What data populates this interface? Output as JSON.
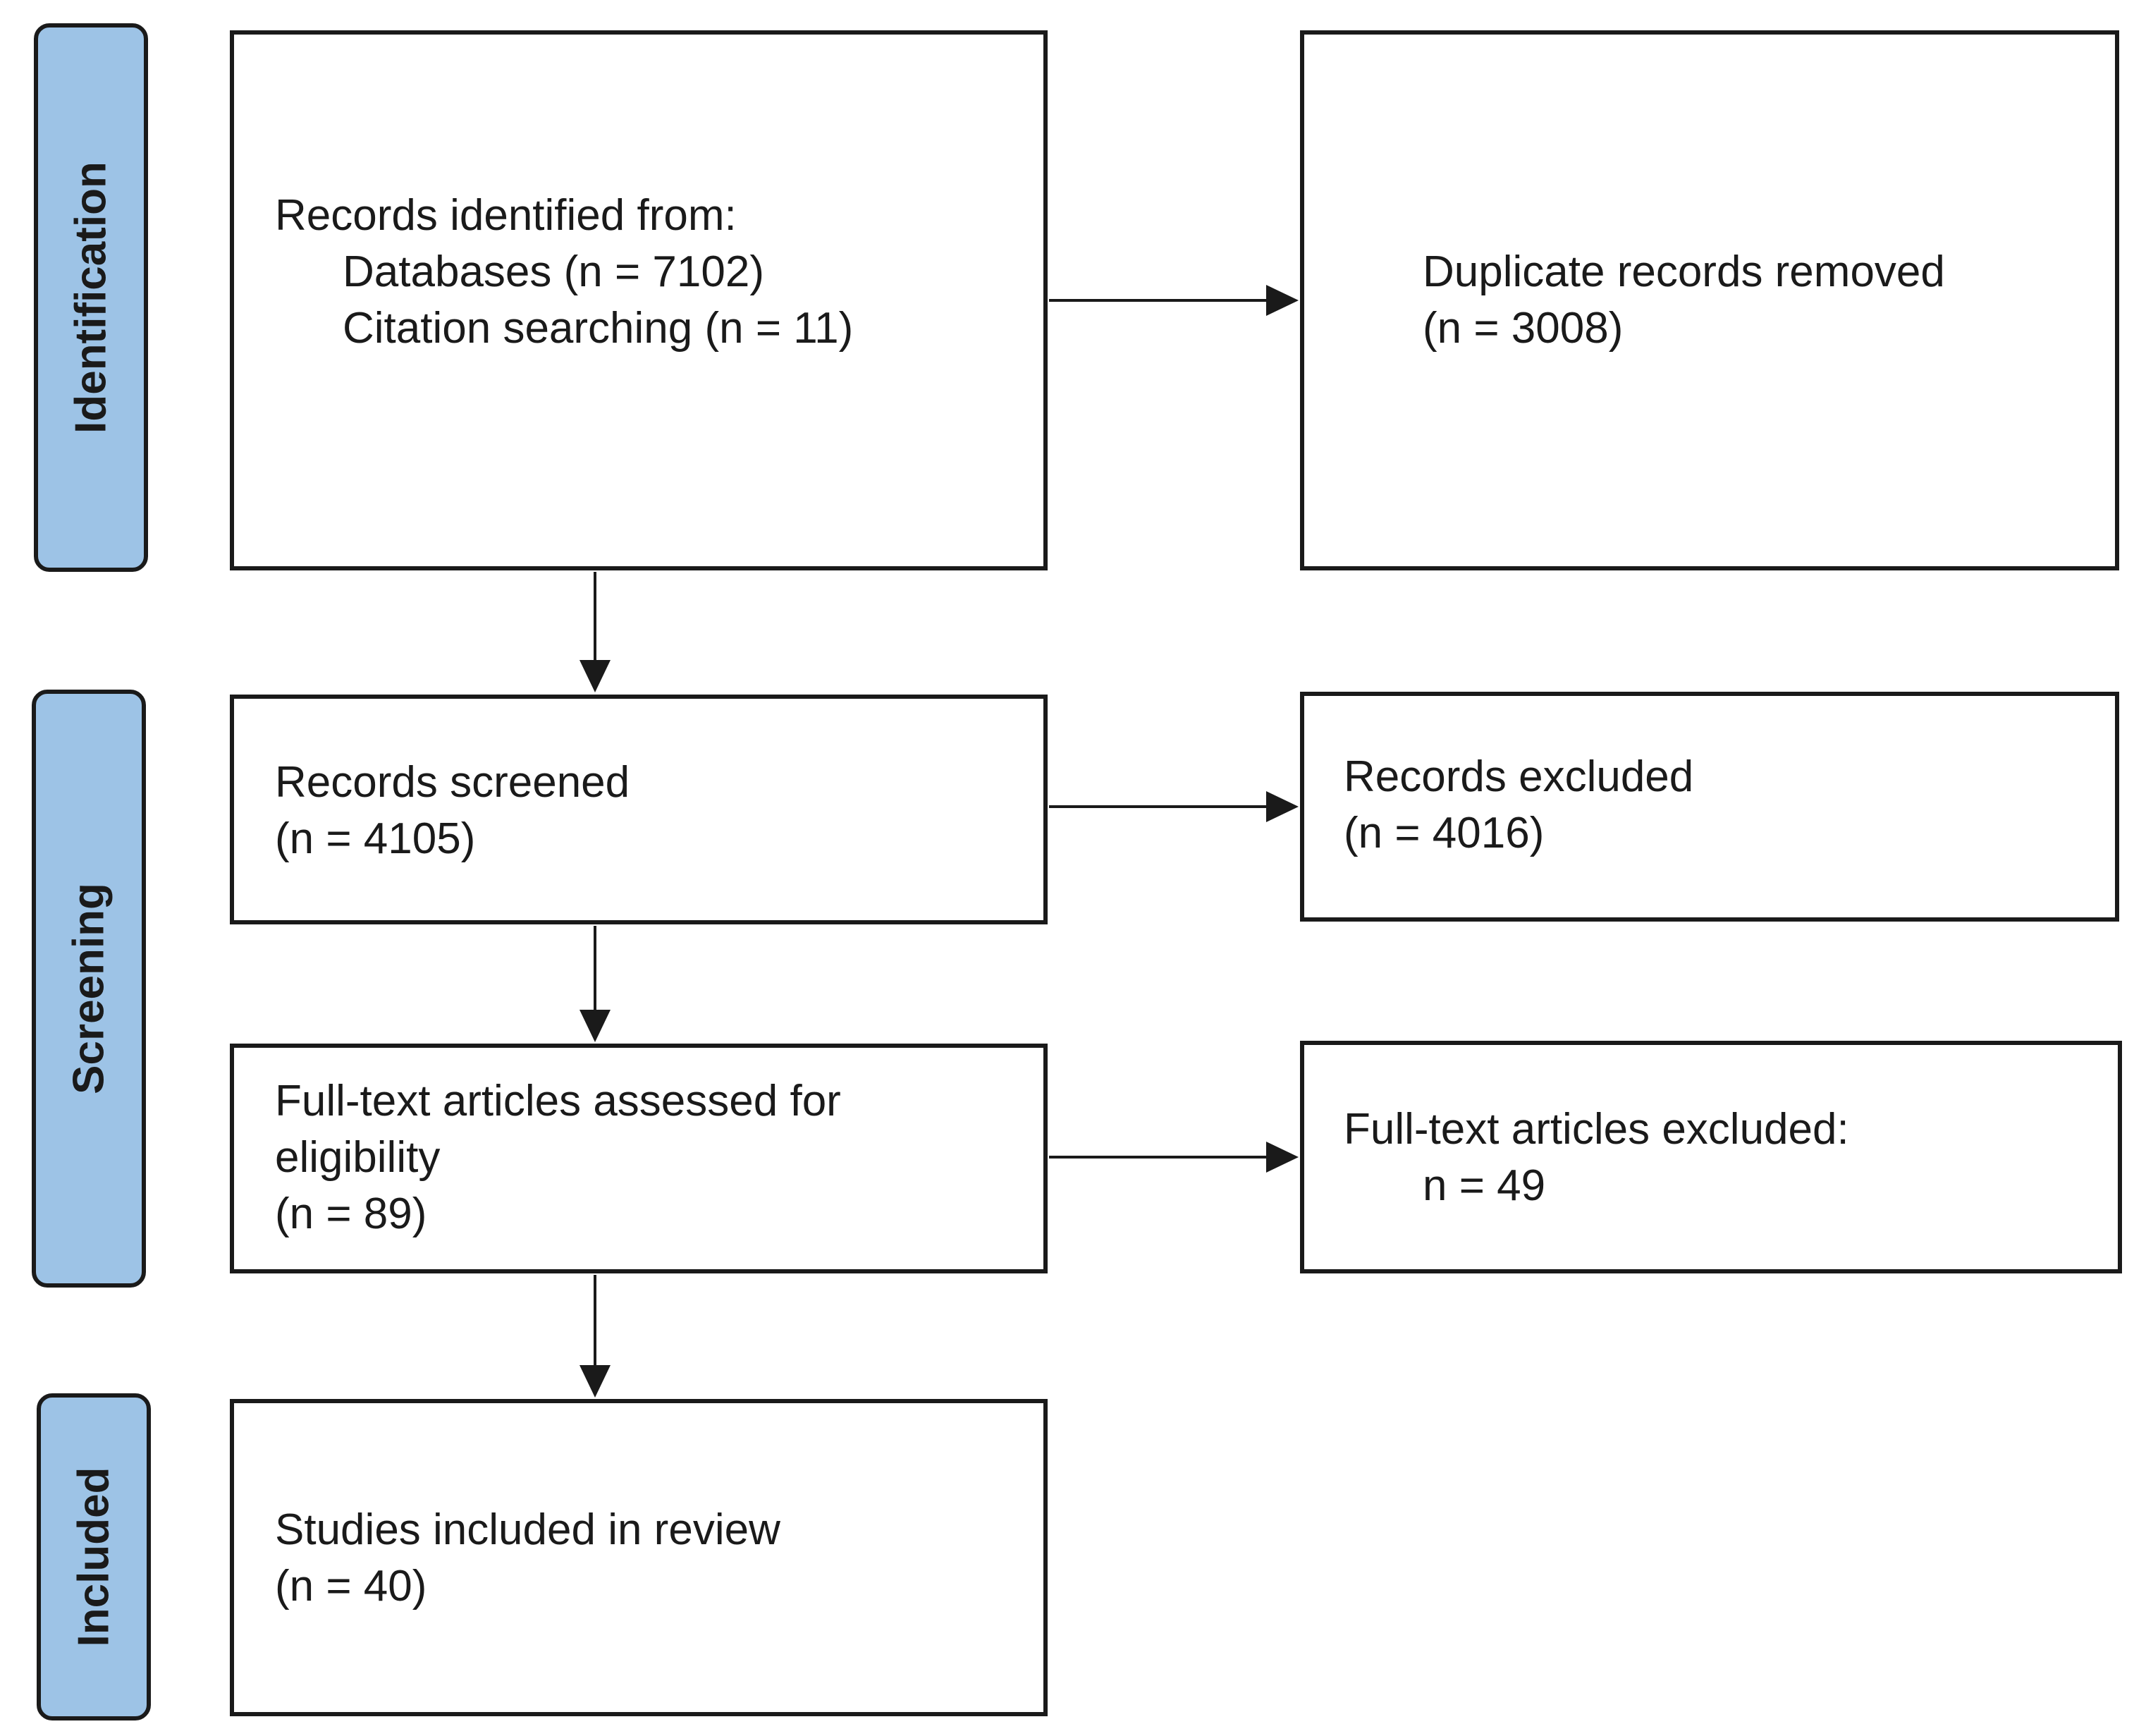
{
  "phases": {
    "identification": "Identification",
    "screening": "Screening",
    "included": "Included"
  },
  "boxes": {
    "records_identified": {
      "title": "Records identified from:",
      "databases": "Databases (n = 7102)",
      "citation": "Citation searching (n = 11)"
    },
    "duplicates_removed": {
      "title": "Duplicate records removed",
      "count": "(n = 3008)"
    },
    "records_screened": {
      "title": "Records screened",
      "count": "(n = 4105)"
    },
    "records_excluded": {
      "title": "Records excluded",
      "count": "(n = 4016)"
    },
    "fulltext_assessed": {
      "line1": "Full-text articles assessed for",
      "line2": "eligibility",
      "count": "(n = 89)"
    },
    "fulltext_excluded": {
      "title": "Full-text articles excluded:",
      "count": "n = 49"
    },
    "studies_included": {
      "title": "Studies included in review",
      "count": "(n = 40)"
    }
  },
  "colors": {
    "phase_fill": "#9dc3e6",
    "stroke": "#1a1a1a"
  }
}
